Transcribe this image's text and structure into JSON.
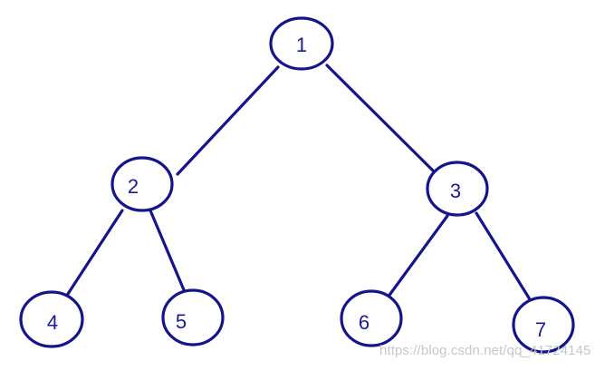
{
  "diagram": {
    "type": "binary-tree",
    "colors": {
      "stroke": "#14148c",
      "label": "#1a1a9a",
      "background": "#ffffff",
      "watermark": "#c8c8c8"
    },
    "nodes": [
      {
        "id": "n1",
        "label": "1"
      },
      {
        "id": "n2",
        "label": "2"
      },
      {
        "id": "n3",
        "label": "3"
      },
      {
        "id": "n4",
        "label": "4"
      },
      {
        "id": "n5",
        "label": "5"
      },
      {
        "id": "n6",
        "label": "6"
      },
      {
        "id": "n7",
        "label": "7"
      }
    ],
    "edges": [
      {
        "from": "n1",
        "to": "n2"
      },
      {
        "from": "n1",
        "to": "n3"
      },
      {
        "from": "n2",
        "to": "n4"
      },
      {
        "from": "n2",
        "to": "n5"
      },
      {
        "from": "n3",
        "to": "n6"
      },
      {
        "from": "n3",
        "to": "n7"
      }
    ]
  },
  "watermark": {
    "text": "https://blog.csdn.net/qq_41724145"
  }
}
